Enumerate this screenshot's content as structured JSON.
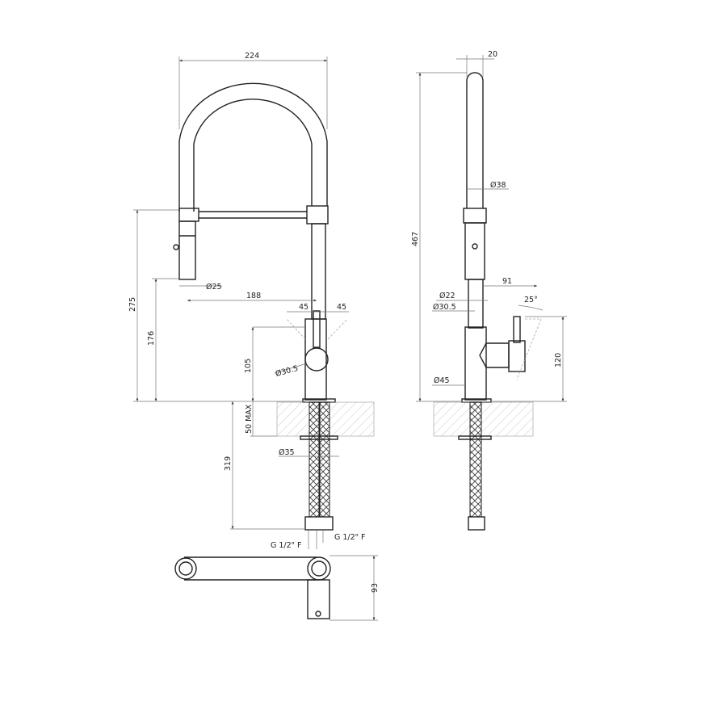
{
  "front_view": {
    "width": "224",
    "total_height": "275",
    "spray_height": "176",
    "spray_diameter": "Ø25",
    "reach": "188",
    "handle_angle_left": "45",
    "handle_angle_right": "45",
    "body_height": "105",
    "handle_diameter": "Ø30.5",
    "max_counter": "50 MAX",
    "hole_diameter": "Ø35",
    "hose_length": "319",
    "connection_left": "G 1/2\" F",
    "connection_right": "G 1/2\" F"
  },
  "side_view": {
    "spout_width": "20",
    "height": "467",
    "spout_diameter": "Ø38",
    "handle_reach": "91",
    "tube_diameter": "Ø22",
    "collar_diameter": "Ø30.5",
    "handle_angle": "25°",
    "handle_height": "120",
    "base_diameter": "Ø45"
  },
  "plan_view": {
    "depth": "93"
  }
}
